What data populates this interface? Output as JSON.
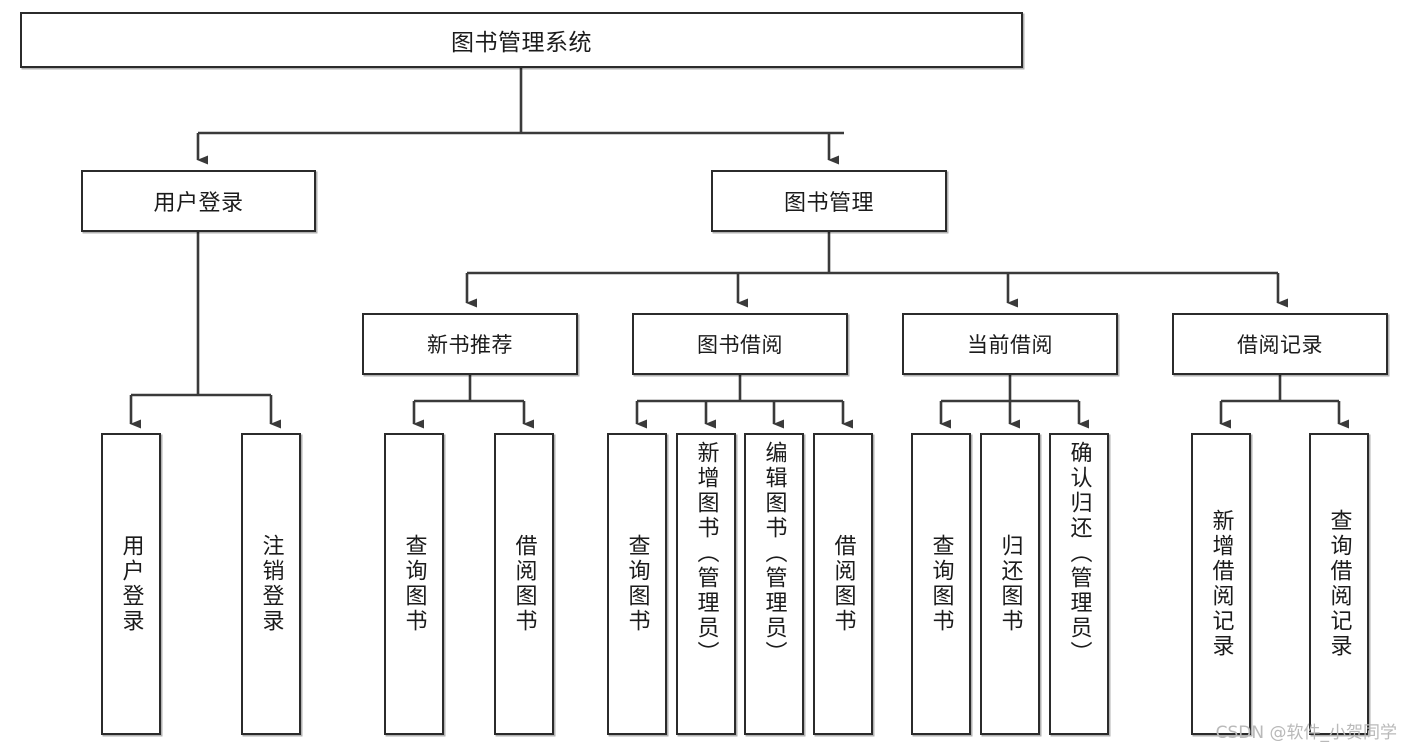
{
  "diagram": {
    "type": "tree-hierarchy",
    "title": "图书管理系统",
    "watermark": "CSDN @软件_小贺同学",
    "colors": {
      "box_border": "#2b2b2b",
      "box_fill": "#ffffff",
      "connector": "#3a3a3a",
      "text": "#1b1b1b",
      "watermark": "#b9b9b9"
    },
    "nodes": {
      "root": {
        "label": "图书管理系统",
        "level": 0
      },
      "user_login": {
        "label": "用户登录",
        "level": 1
      },
      "book_manage": {
        "label": "图书管理",
        "level": 1
      },
      "new_book_rec": {
        "label": "新书推荐",
        "level": 2
      },
      "book_borrow": {
        "label": "图书借阅",
        "level": 2
      },
      "current_borrow": {
        "label": "当前借阅",
        "level": 2
      },
      "borrow_record": {
        "label": "借阅记录",
        "level": 2
      },
      "leaf_user_login": {
        "label": "用户登录",
        "level": 3
      },
      "leaf_logout": {
        "label": "注销登录",
        "level": 3
      },
      "leaf_query_book_1": {
        "label": "查询图书",
        "level": 3
      },
      "leaf_borrow_book_1": {
        "label": "借阅图书",
        "level": 3
      },
      "leaf_query_book_2": {
        "label": "查询图书",
        "level": 3
      },
      "leaf_add_book": {
        "label": "新增图书（管理员）",
        "level": 3
      },
      "leaf_edit_book": {
        "label": "编辑图书（管理员）",
        "level": 3
      },
      "leaf_borrow_book_2": {
        "label": "借阅图书",
        "level": 3
      },
      "leaf_query_book_3": {
        "label": "查询图书",
        "level": 3
      },
      "leaf_return_book": {
        "label": "归还图书",
        "level": 3
      },
      "leaf_confirm_return": {
        "label": "确认归还（管理员）",
        "level": 3
      },
      "leaf_add_record": {
        "label": "新增借阅记录",
        "level": 3
      },
      "leaf_query_record": {
        "label": "查询借阅记录",
        "level": 3
      }
    },
    "edges": [
      {
        "from": "root",
        "to": "user_login"
      },
      {
        "from": "root",
        "to": "book_manage"
      },
      {
        "from": "user_login",
        "to": "leaf_user_login"
      },
      {
        "from": "user_login",
        "to": "leaf_logout"
      },
      {
        "from": "book_manage",
        "to": "new_book_rec"
      },
      {
        "from": "book_manage",
        "to": "book_borrow"
      },
      {
        "from": "book_manage",
        "to": "current_borrow"
      },
      {
        "from": "book_manage",
        "to": "borrow_record"
      },
      {
        "from": "new_book_rec",
        "to": "leaf_query_book_1"
      },
      {
        "from": "new_book_rec",
        "to": "leaf_borrow_book_1"
      },
      {
        "from": "book_borrow",
        "to": "leaf_query_book_2"
      },
      {
        "from": "book_borrow",
        "to": "leaf_add_book"
      },
      {
        "from": "book_borrow",
        "to": "leaf_edit_book"
      },
      {
        "from": "book_borrow",
        "to": "leaf_borrow_book_2"
      },
      {
        "from": "current_borrow",
        "to": "leaf_query_book_3"
      },
      {
        "from": "current_borrow",
        "to": "leaf_return_book"
      },
      {
        "from": "current_borrow",
        "to": "leaf_confirm_return"
      },
      {
        "from": "borrow_record",
        "to": "leaf_add_record"
      },
      {
        "from": "borrow_record",
        "to": "leaf_query_record"
      }
    ]
  }
}
